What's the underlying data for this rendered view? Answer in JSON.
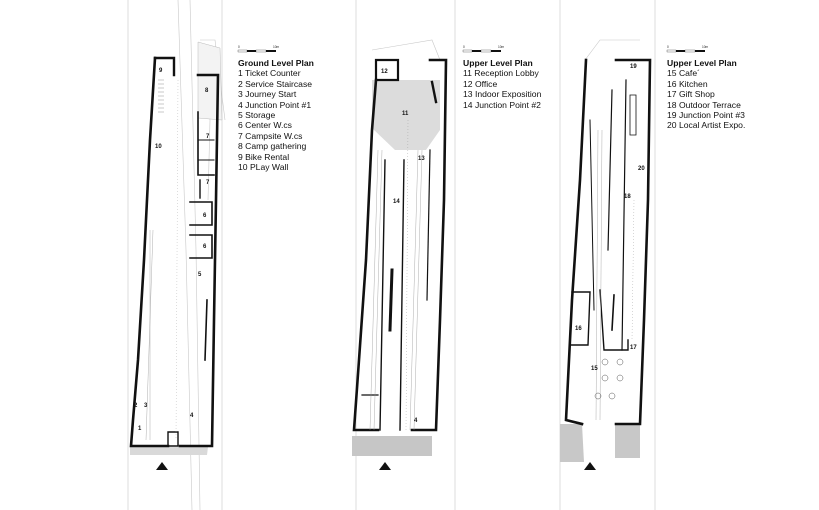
{
  "legends": [
    {
      "title": "Ground Level Plan",
      "items": [
        "1 Ticket Counter",
        "2 Service Staircase",
        "3 Journey Start",
        "4 Junction Point #1",
        "5 Storage",
        "6 Center W.cs",
        "7 Campsite W.cs",
        "8 Camp gathering",
        "9 Bike Rental",
        "10 PLay Wall"
      ]
    },
    {
      "title": "Upper Level Plan",
      "items": [
        "11 Reception Lobby",
        "12 Office",
        "13 Indoor Exposition",
        "14 Junction Point #2"
      ]
    },
    {
      "title": "Upper Level Plan",
      "items": [
        "15 Cafe´",
        "16 Kitchen",
        "17 Gift Shop",
        "18 Outdoor Terrace",
        "19 Junction Point #3",
        "20 Local Artist Expo."
      ]
    }
  ],
  "plan_labels": {
    "ground": [
      "9",
      "8",
      "10",
      "7",
      "7",
      "6",
      "6",
      "5",
      "2",
      "3",
      "4",
      "1"
    ],
    "upper1": [
      "12",
      "11",
      "13",
      "14",
      "4"
    ],
    "upper2": [
      "19",
      "20",
      "18",
      "16",
      "17",
      "15"
    ]
  },
  "scale_bar": {
    "start": "0",
    "end": "10m"
  },
  "colors": {
    "wall": "#111111",
    "paving": "#cfcfcf",
    "grid": "#bdbdbd"
  },
  "icons": {
    "entrance": "triangle-up"
  }
}
